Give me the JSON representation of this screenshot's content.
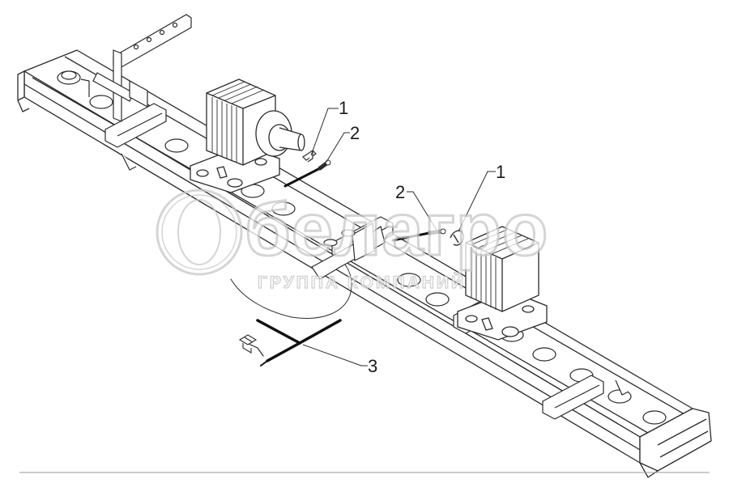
{
  "labels": {
    "item1_upper": "1",
    "item2_upper": "2",
    "item2_lower": "2",
    "item1_lower": "1",
    "item3": "3"
  },
  "watermark": {
    "logo_text": "белагро",
    "subtitle": "ГРУППА КОМПАНИЙ"
  },
  "colors": {
    "line": "#2b2b2b",
    "cable": "#111111",
    "watermark": "#c8c8c8"
  }
}
